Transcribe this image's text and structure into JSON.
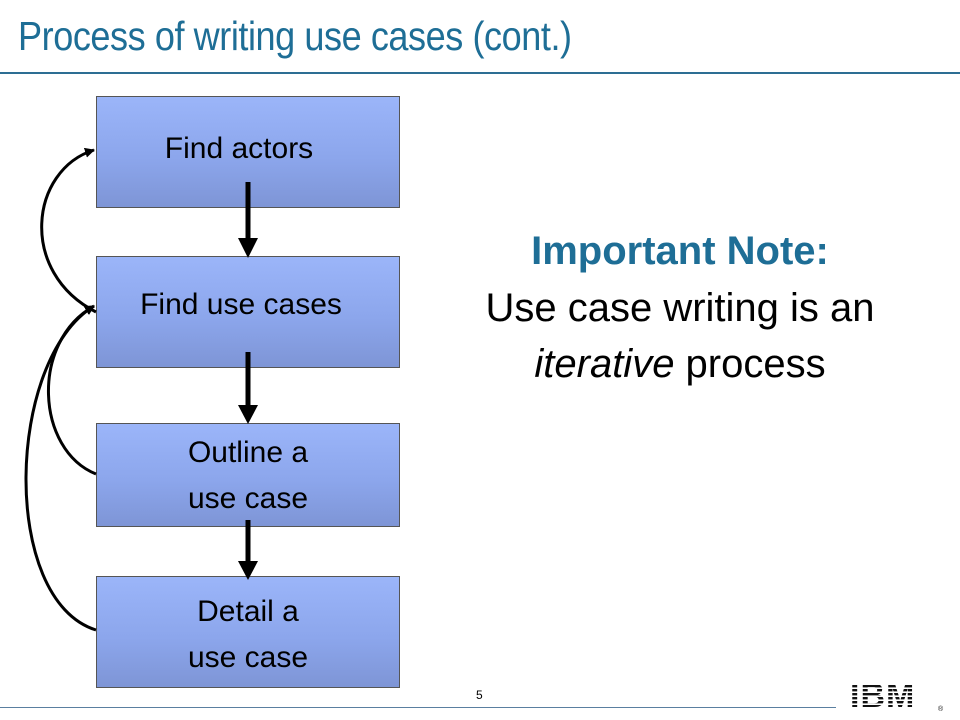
{
  "title": "Process of writing use cases (cont.)",
  "colors": {
    "title": "#1e6e96",
    "rule": "#2d6e93",
    "note_heading": "#1e6e96",
    "box_fill": "#8ca6ec",
    "box_border": "#555555",
    "arrow": "#000000"
  },
  "flow": {
    "steps": [
      {
        "label": "Find actors"
      },
      {
        "label": "Find use cases"
      },
      {
        "label": "Outline a\nuse case"
      },
      {
        "label": "Detail a\nuse case"
      }
    ]
  },
  "note": {
    "heading": "Important Note:",
    "line1": "Use case writing is an",
    "italic_word": "iterative",
    "line2_rest": " process"
  },
  "footer": {
    "page_number": "5",
    "logo": "IBM",
    "logo_mark": "®"
  }
}
